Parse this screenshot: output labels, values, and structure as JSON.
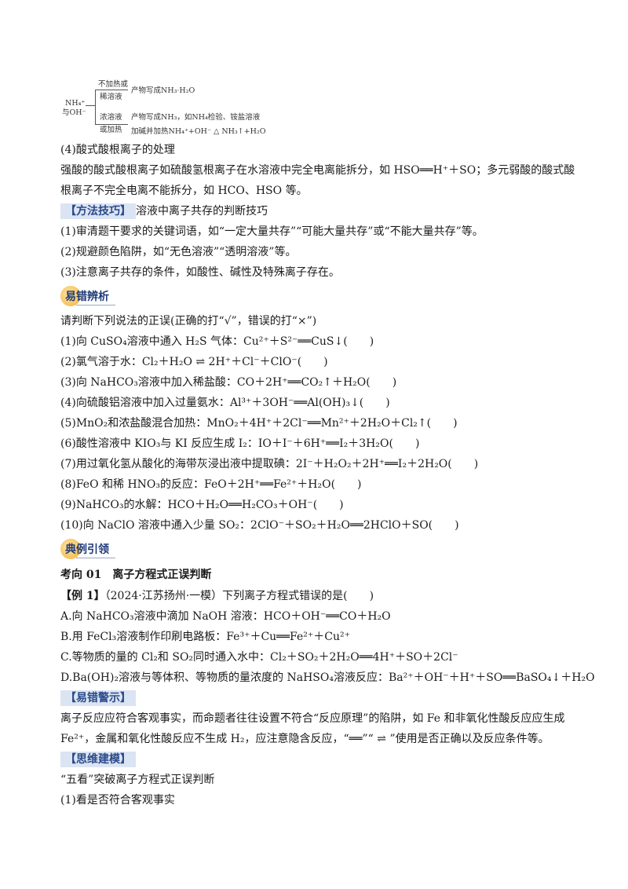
{
  "diagram": {
    "left_label_1": "NH₄⁺",
    "left_label_2": "与OH⁻",
    "top_cond_1": "不加热或",
    "top_cond_2": "稀溶液",
    "top_result": "产物写成NH₃·H₂O",
    "bottom_cond_1": "浓溶液",
    "bottom_cond_2": "或加热",
    "bottom_result_1": "产物写成NH₃，如NH₄检验、铵盐溶液",
    "bottom_result_2": "加碱并加热NH₄⁺+OH⁻ △ NH₃↑+H₂O"
  },
  "section4": {
    "heading": "(4)酸式酸根离子的处理",
    "para_line1": "强酸的酸式酸根离子如硫酸氢根离子在水溶液中完全电离能拆分，如 HSO══H⁺＋SO；多元弱酸的酸式酸",
    "para_line2": "根离子不完全电离不能拆分，如 HCO、HSO 等。"
  },
  "method": {
    "tag": "【方法技巧】",
    "title": "溶液中离子共存的判断技巧",
    "items": [
      "(1)审清题干要求的关键词语，如“一定大量共存”“可能大量共存”或“不能大量共存”等。",
      "(2)规避颜色陷阱，如“无色溶液”“透明溶液”等。",
      "(3)注意离子共存的条件，如酸性、碱性及特殊离子存在。"
    ]
  },
  "badge1": {
    "text": "易错辨析"
  },
  "judge": {
    "intro": "请判断下列说法的正误(正确的打“√”，错误的打“×”)",
    "items": [
      "(1)向 CuSO₄溶液中通入 H₂S 气体：Cu²⁺＋S²⁻══CuS↓(　　)",
      "(2)氯气溶于水：Cl₂＋H₂O ⇌ 2H⁺＋Cl⁻＋ClO⁻(　　)",
      "(3)向 NaHCO₃溶液中加入稀盐酸：CO＋2H⁺══CO₂↑＋H₂O(　　)",
      "(4)向硫酸铝溶液中加入过量氨水：Al³⁺＋3OH⁻══Al(OH)₃↓(　　)",
      "(5)MnO₂和浓盐酸混合加热：MnO₂＋4H⁺＋2Cl⁻══Mn²⁺＋2H₂O＋Cl₂↑(　　)",
      "(6)酸性溶液中 KIO₃与 KI 反应生成 I₂：IO＋I⁻＋6H⁺══I₂＋3H₂O(　　)",
      "(7)用过氧化氢从酸化的海带灰浸出液中提取碘：2I⁻＋H₂O₂＋2H⁺══I₂＋2H₂O(　　)",
      "(8)FeO 和稀 HNO₃的反应：FeO＋2H⁺══Fe²⁺＋H₂O(　　)",
      "(9)NaHCO₃的水解：HCO＋H₂O══H₂CO₃＋OH⁻(　　)",
      "(10)向 NaClO 溶液中通入少量 SO₂：2ClO⁻＋SO₂＋H₂O══2HClO＋SO(　　)"
    ]
  },
  "badge2": {
    "text": "典例引领"
  },
  "direction": {
    "title": "考向 01　离子方程式正误判断",
    "example_tag": "【例 1】",
    "example_text": "（2024·江苏扬州·一模）下列离子方程式错误的是(　　)",
    "options": [
      "A.向 NaHCO₃溶液中滴加 NaOH 溶液：HCO＋OH⁻══CO＋H₂O",
      "B.用 FeCl₃溶液制作印刷电路板：Fe³⁺＋Cu══Fe²⁺＋Cu²⁺",
      "C.等物质的量的 Cl₂和 SO₂同时通入水中：Cl₂＋SO₂＋2H₂O══4H⁺＋SO＋2Cl⁻",
      "D.Ba(OH)₂溶液与等体积、等物质的量浓度的 NaHSO₄溶液反应：Ba²⁺＋OH⁻＋H⁺＋SO══BaSO₄↓＋H₂O"
    ]
  },
  "warning": {
    "tag": "【易错警示】",
    "line1": "离子反应应符合客观事实，而命题者往往设置不符合“反应原理”的陷阱，如 Fe 和非氧化性酸反应应生成",
    "line2": "Fe²⁺，金属和氧化性酸反应不生成 H₂，应注意隐含反应，“══”“ ⇌ ”使用是否正确以及反应条件等。"
  },
  "model": {
    "tag": "【思维建模】",
    "line1": "“五看”突破离子方程式正误判断",
    "line2": "(1)看是否符合客观事实"
  }
}
